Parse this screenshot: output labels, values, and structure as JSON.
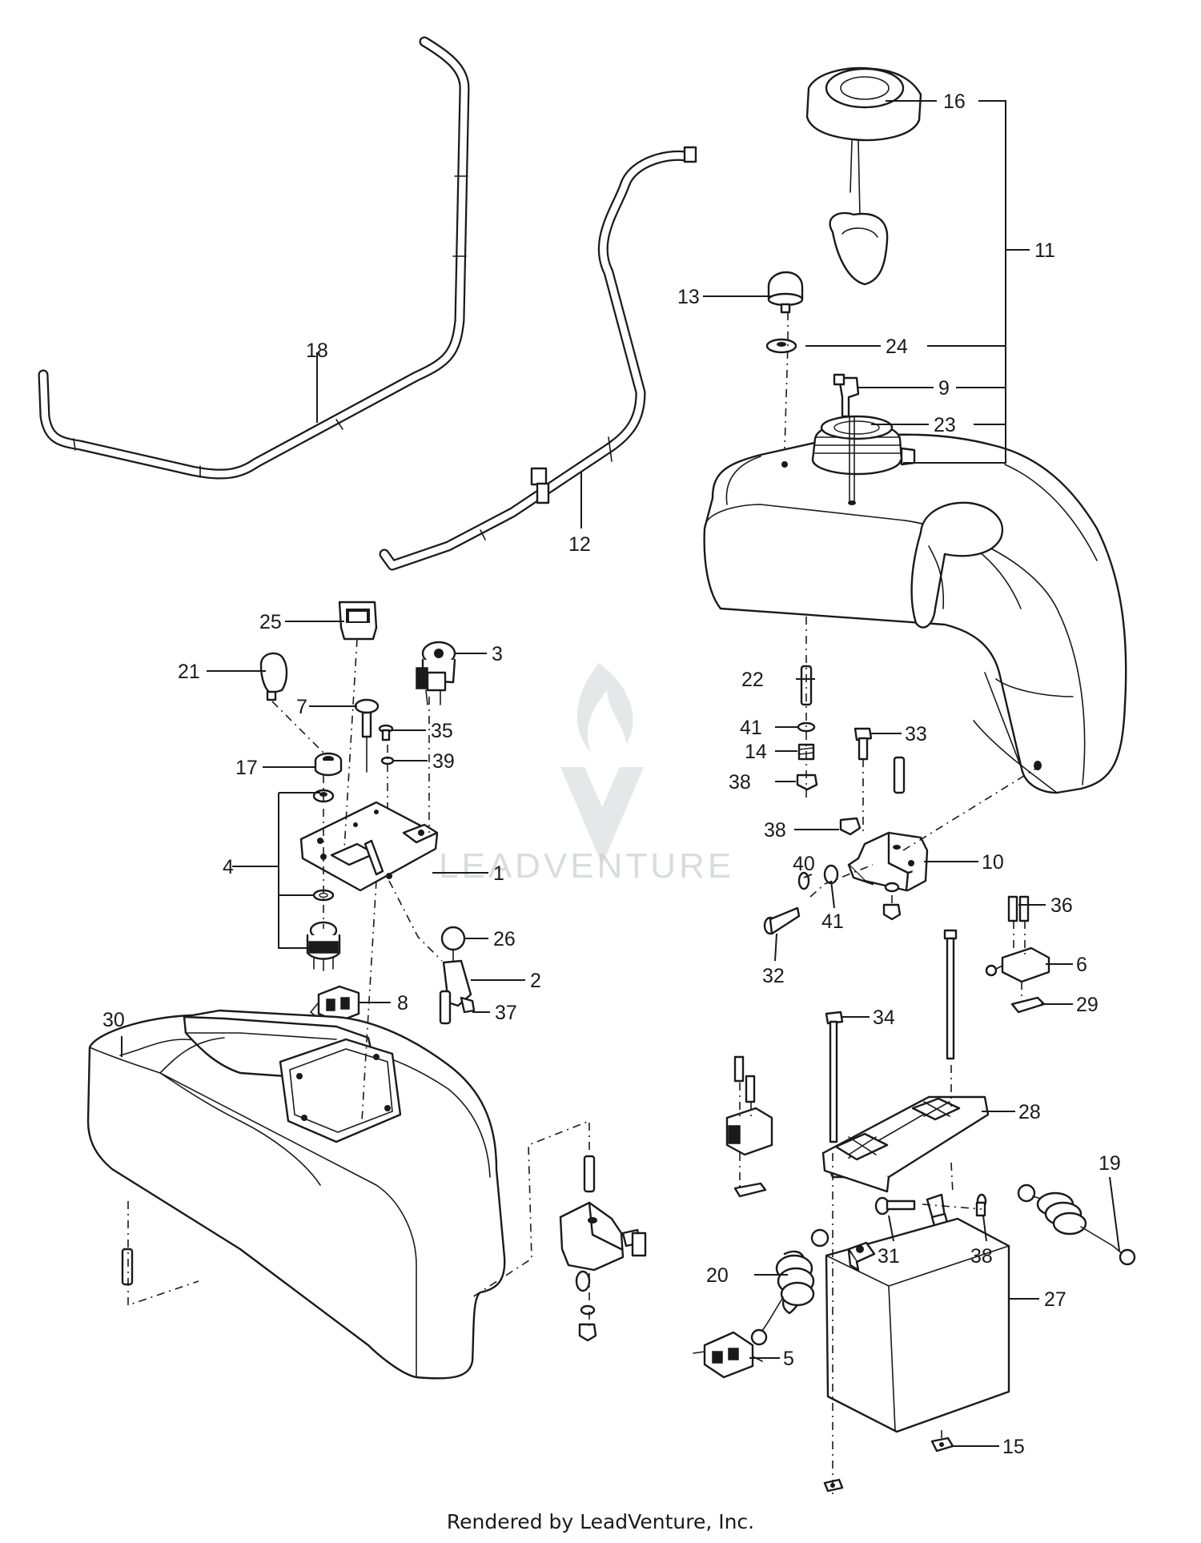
{
  "diagram": {
    "callouts": [
      "1",
      "2",
      "3",
      "4",
      "5",
      "6",
      "7",
      "8",
      "9",
      "10",
      "11",
      "12",
      "13",
      "14",
      "15",
      "16",
      "17",
      "18",
      "19",
      "20",
      "21",
      "22",
      "23",
      "24",
      "25",
      "26",
      "27",
      "28",
      "29",
      "30",
      "31",
      "32",
      "33",
      "34",
      "35",
      "36",
      "37",
      "38",
      "38",
      "38",
      "39",
      "40",
      "41",
      "41"
    ],
    "watermark": "LEADVENTURE",
    "footer": "Rendered by LeadVenture, Inc."
  }
}
